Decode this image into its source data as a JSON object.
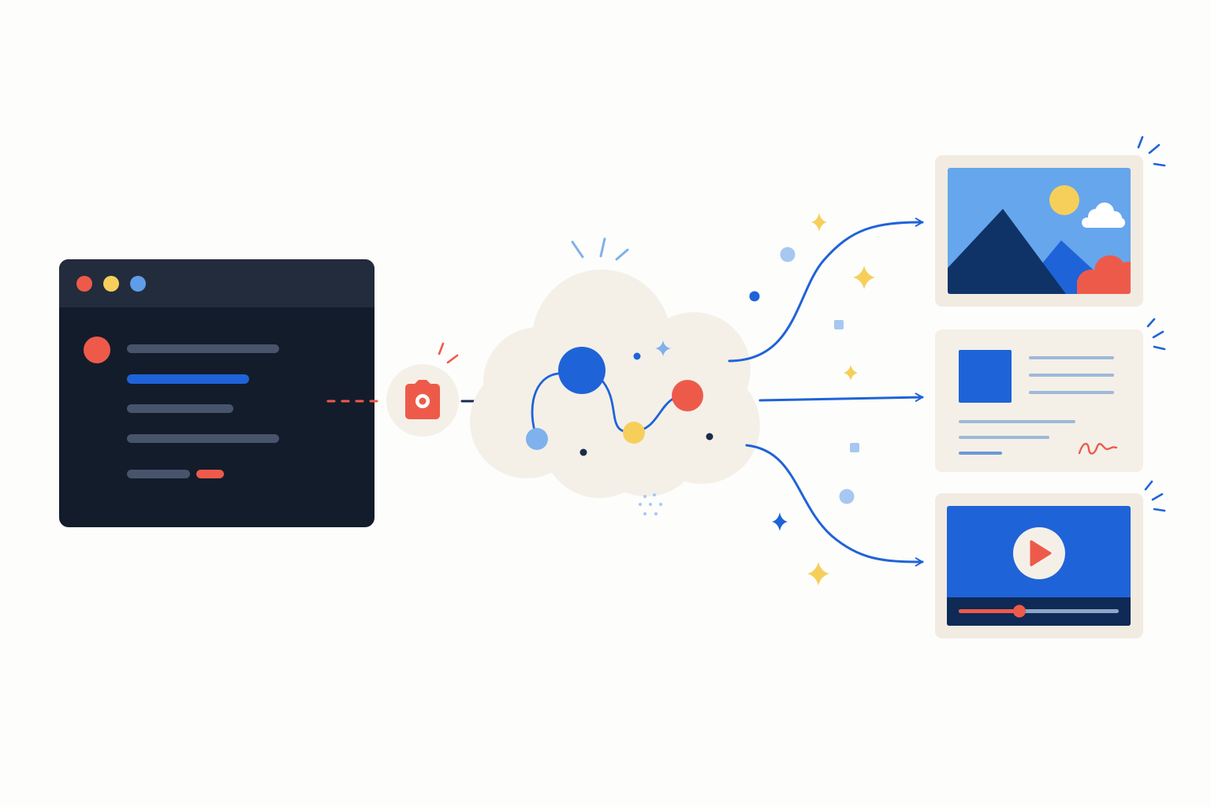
{
  "colors": {
    "background": "#fdfdfc",
    "window_body": "#131c2b",
    "window_titlebar": "#222b3a",
    "text_line": "#47546c",
    "accent_blue": "#1f63d8",
    "light_blue": "#7fb1ec",
    "sky_blue": "#66a6ec",
    "navy": "#0f3366",
    "red": "#ee5a4a",
    "yellow": "#f6cf5b",
    "cream": "#f4f0e8",
    "card_border": "#f1ebe1"
  },
  "icons": {
    "window_dots": [
      "close-dot",
      "minimize-dot",
      "maximize-dot"
    ],
    "capture": "camera-icon",
    "image_output": "landscape-image-icon",
    "document_output": "document-icon",
    "video_output": "play-icon",
    "sparkles": "sparkle-icon"
  }
}
